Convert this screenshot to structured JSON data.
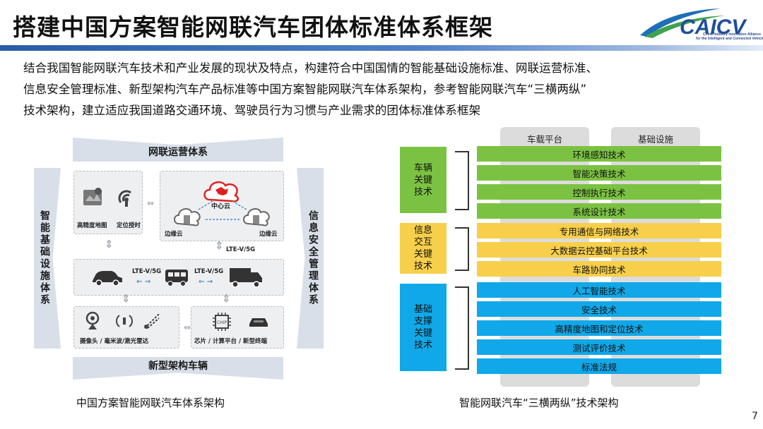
{
  "header": {
    "title": "搭建中国方案智能网联汽车团体标准体系框架",
    "logo_text": "CAICV",
    "logo_sub_lines": [
      "China Industry Innovation Alliance",
      "for the Intelligent and Connected Vehicles"
    ]
  },
  "intro_lines": [
    "结合我国智能网联汽车技术和产业发展的现状及特点，构建符合中国国情的智能基础设施标准、网联运营标准、",
    "信息安全管理标准、新型架构汽车产品标准等中国方案智能网联汽车体系架构，参考智能网联汽车“三横两纵”",
    "技术架构，建立适应我国道路交通环境、驾驶员行为习惯与产业需求的团体标准体系框架"
  ],
  "left_diagram": {
    "top_arrow": "网联运营体系",
    "bottom_arrow": "新型架构车辆",
    "left_arrow": "智能基础设施体系",
    "right_arrow": "信息安全管理体系",
    "map_labels": [
      "高精度地图",
      "定位授时"
    ],
    "cloud_center": "中心云",
    "edge_left": "边缘云",
    "edge_right": "边缘云",
    "link_upper": "LTE-V/5G",
    "link_v1": "LTE-V/5G",
    "link_v2": "LTE-V/5G",
    "sensor_label": "摄像头 / 毫米波/激光雷达",
    "chip_label": "芯片 / 计算平台 / 新型终端",
    "chip_text": "CHIP",
    "caption": "中国方案智能网联汽车体系架构"
  },
  "right_diagram": {
    "pillars": [
      "车载平台",
      "基础设施"
    ],
    "categories": [
      {
        "lines": [
          "车辆",
          "关键",
          "技术"
        ]
      },
      {
        "lines": [
          "信息",
          "交互",
          "关键",
          "技术"
        ]
      },
      {
        "lines": [
          "基础",
          "支撑",
          "关键",
          "技术"
        ]
      }
    ],
    "rows": [
      "环境感知技术",
      "智能决策技术",
      "控制执行技术",
      "系统设计技术",
      "专用通信与网络技术",
      "大数据云控基础平台技术",
      "车路协同技术",
      "人工智能技术",
      "安全技术",
      "高精度地图和定位技术",
      "测试评价技术",
      "标准法规"
    ],
    "caption": "智能网联汽车“三横两纵”技术架构"
  },
  "page_number": "7",
  "colors": {
    "green": "#7cc242",
    "yellow": "#f7cf4a",
    "blue": "#10a8e8",
    "pillar": "#dcdcdc",
    "arrow": "#d9dfe9",
    "title_bar": "#2a5aa8"
  }
}
